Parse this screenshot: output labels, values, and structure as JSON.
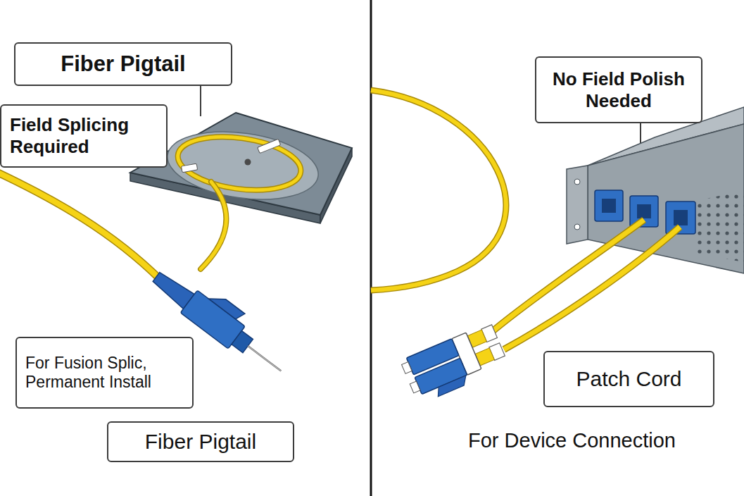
{
  "diagram": {
    "nodes": [
      {
        "text": [
          "Fiber Pigtail"
        ]
      },
      {
        "text": [
          "Field Splicing Required"
        ]
      },
      {
        "text": [
          "For Fusion Splic, Permanent Install"
        ]
      },
      {
        "text": [
          "Fiber Pigtail"
        ]
      },
      {
        "text": [
          "No Field Polish Needed"
        ]
      },
      {
        "text": [
          "Patch Cord"
        ]
      }
    ],
    "labels": [
      "For Device Connection"
    ]
  }
}
